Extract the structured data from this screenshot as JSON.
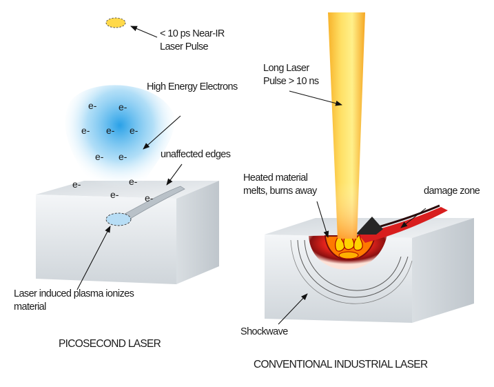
{
  "labels": {
    "pulse_short": [
      "< 10 ps Near-IR",
      "Laser Pulse"
    ],
    "electrons": "High Energy Electrons",
    "unaffected": "unaffected edges",
    "plasma": [
      "Laser induced plasma ionizes",
      "material"
    ],
    "pico_title": "PICOSECOND LASER",
    "pulse_long": [
      "Long Laser",
      "Pulse > 10 ns"
    ],
    "heated": [
      "Heated material",
      "melts, burns away"
    ],
    "damage": "damage zone",
    "shockwave": "Shockwave",
    "conv_title": "CONVENTIONAL INDUSTRIAL LASER"
  },
  "electron_symbol": "e-",
  "electron_count": 11,
  "colors": {
    "beam_yellow": "#ffe066",
    "beam_orange": "#f7b32b",
    "plasma_blue": "#2aa7e8",
    "damage_red": "#d81e1e",
    "molten_orange": "#ff7a00",
    "block_top": "#e9edf0",
    "block_side": "#c9d0d6"
  }
}
